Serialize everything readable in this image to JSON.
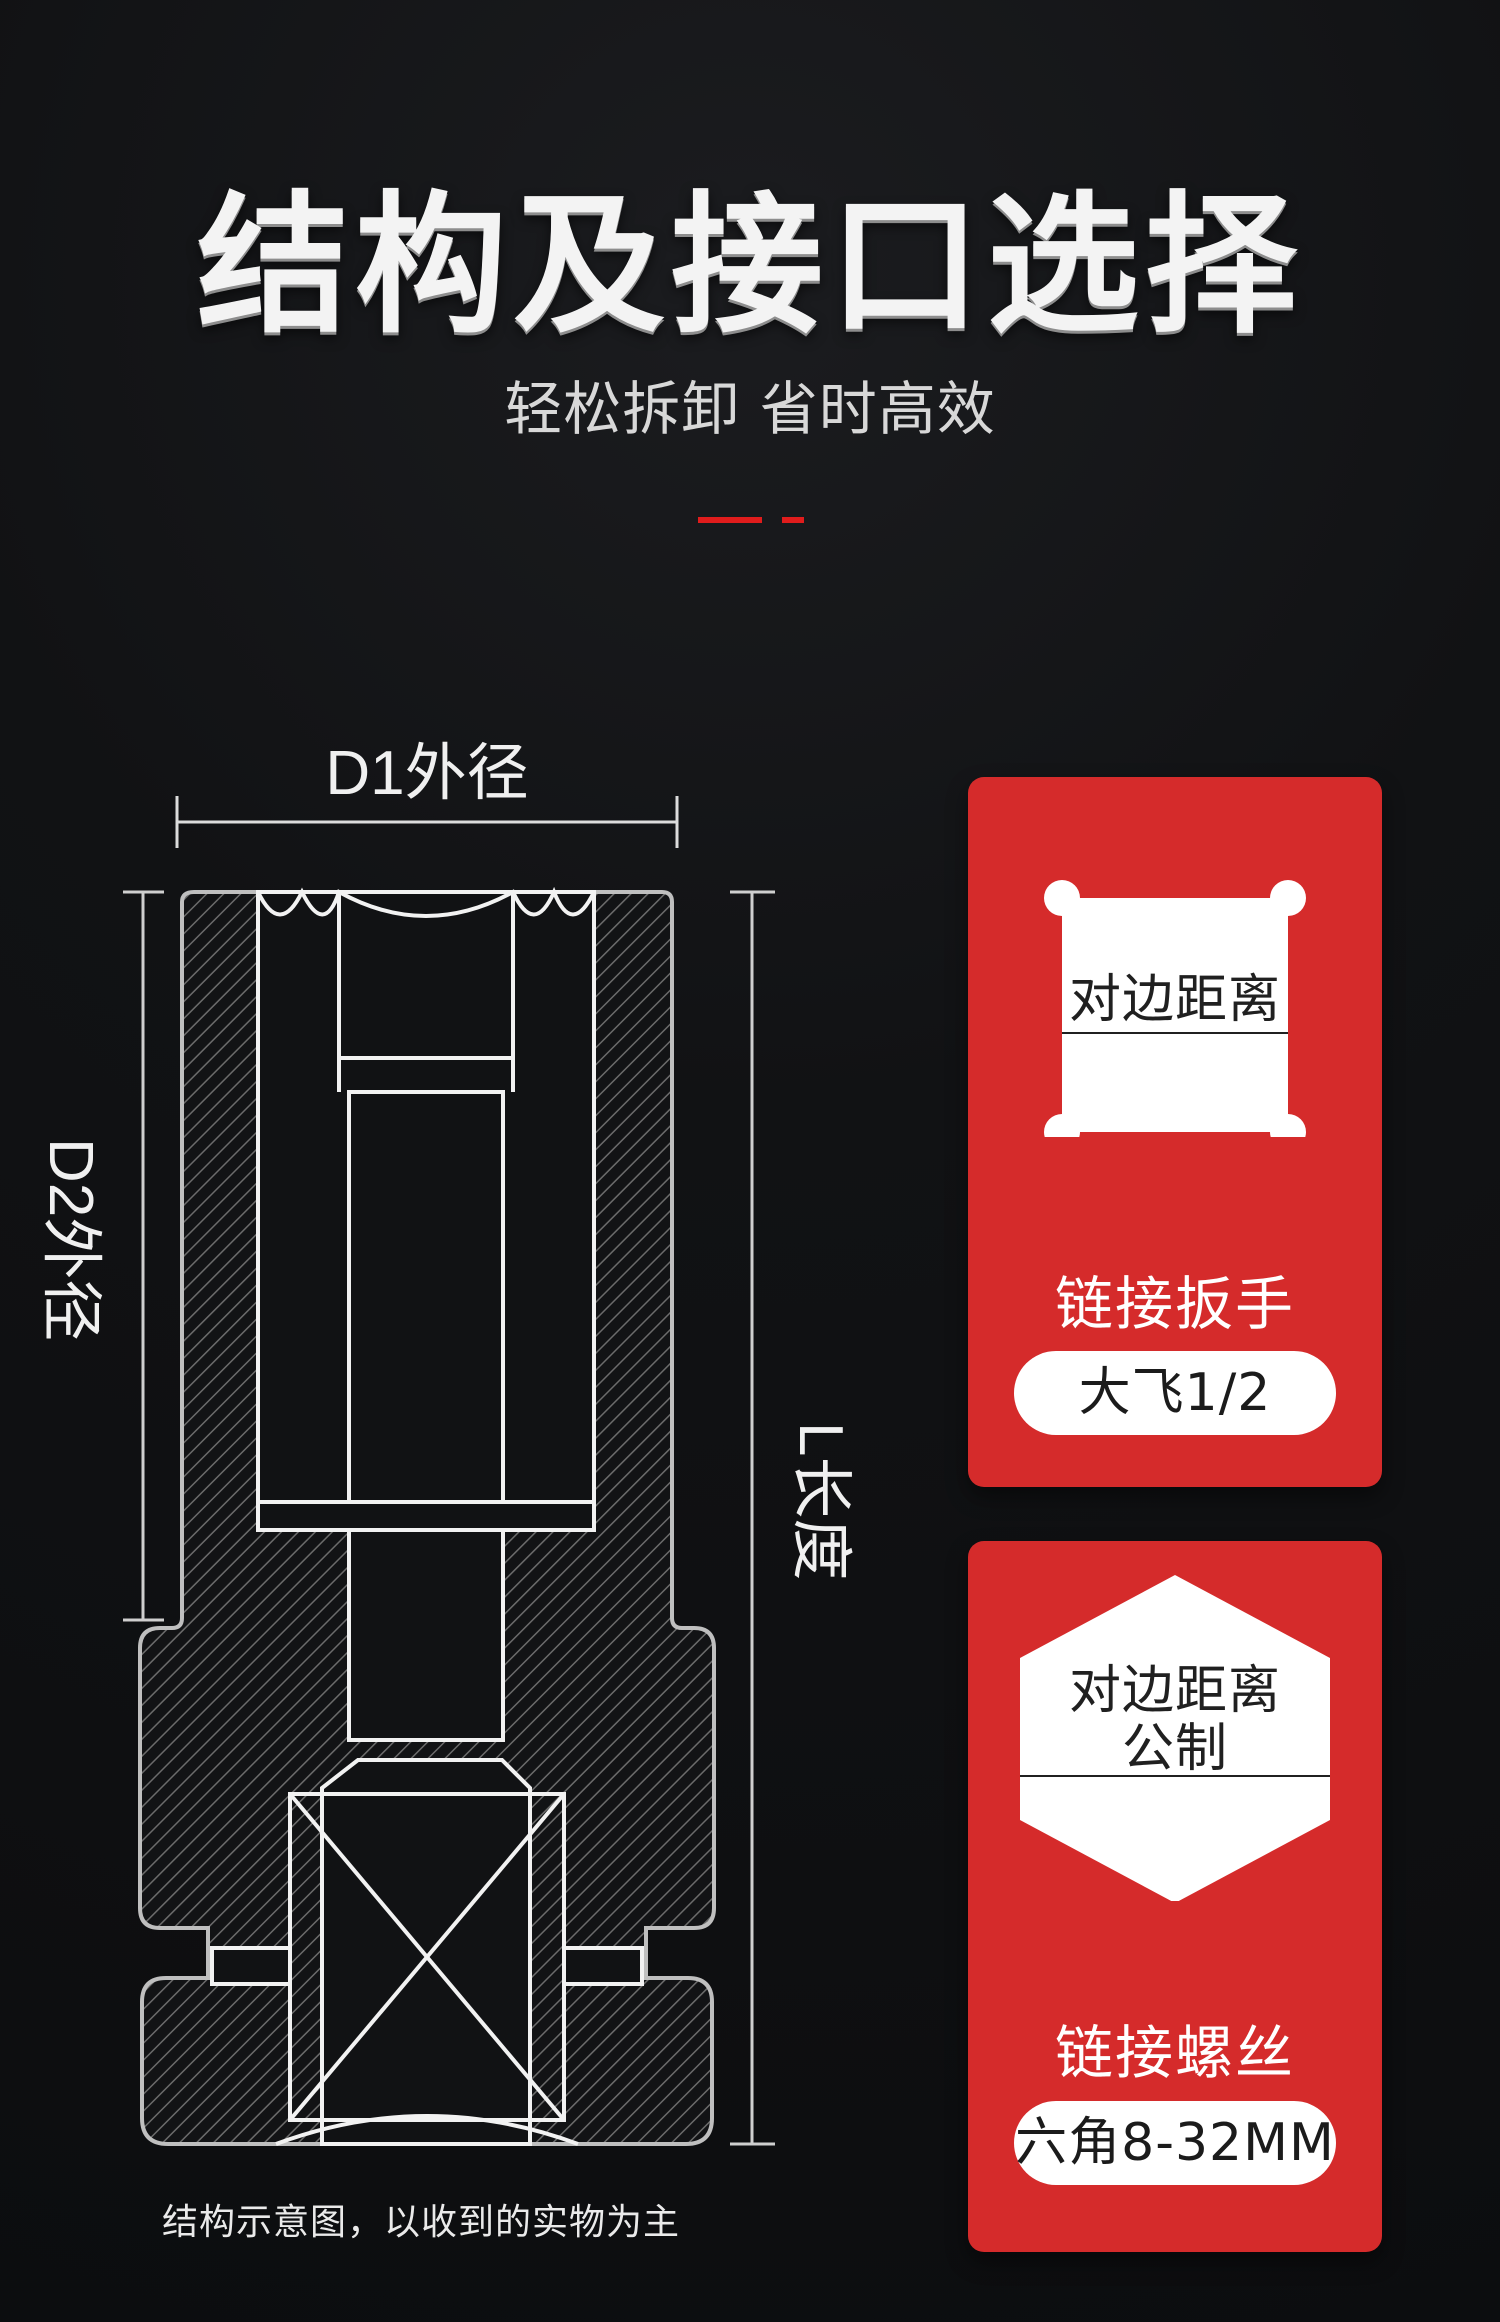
{
  "header": {
    "title": "结构及接口选择",
    "subtitle": "轻松拆卸 省时高效",
    "accent_color": "#e01c1c"
  },
  "diagram": {
    "d1_label": "D1外径",
    "d2_label": "D2外径",
    "length_label": "L长度",
    "note": "结构示意图，以收到的实物为主"
  },
  "cards": [
    {
      "shape_label": "对边距离",
      "title": "链接扳手",
      "spec": "大飞1/2"
    },
    {
      "shape_label": "对边距离",
      "shape_sublabel": "公制",
      "title": "链接螺丝",
      "spec": "六角8-32MM"
    }
  ],
  "colors": {
    "background": "#0f1012",
    "card_red": "#d52b2b",
    "white": "#ffffff",
    "line_white": "#ffffff",
    "hatch": "#6b6b6b"
  }
}
